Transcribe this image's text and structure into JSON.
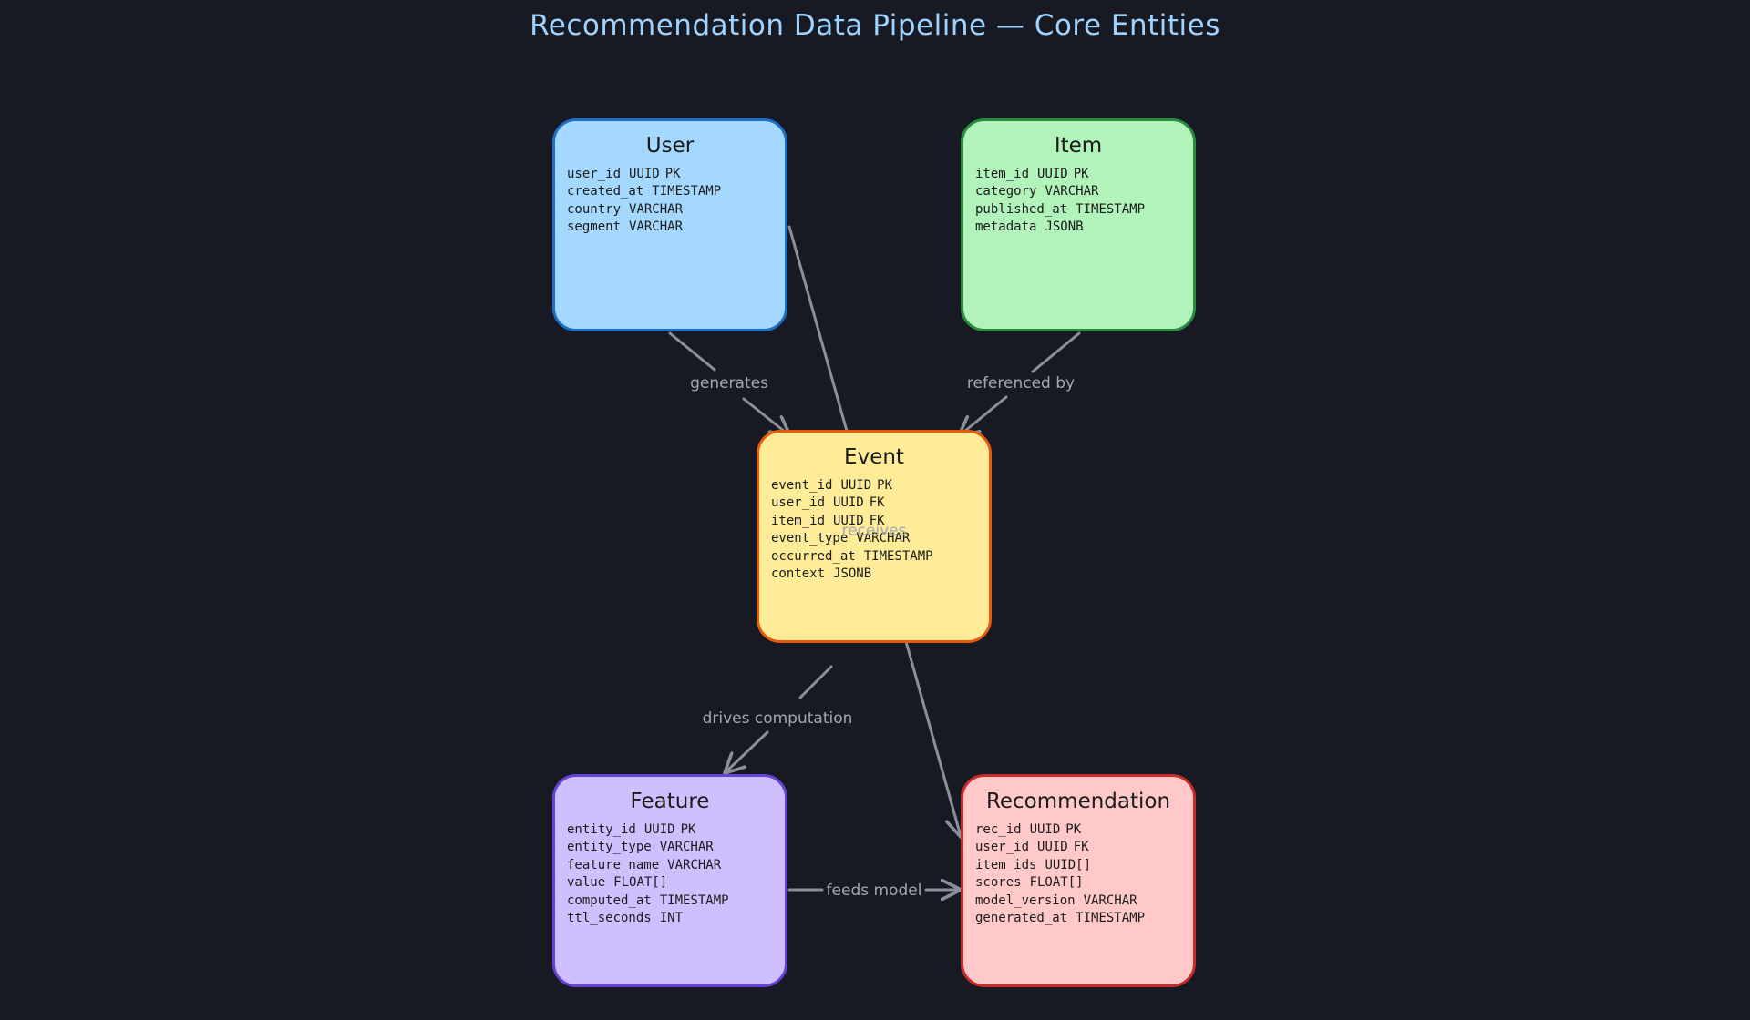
{
  "title": "Recommendation Data Pipeline — Core Entities",
  "entities": [
    {
      "id": "user",
      "name": "User",
      "fill": "#a5d8ff",
      "stroke": "#1c6fc4",
      "fields": [
        {
          "name": "user_id",
          "type": "UUID",
          "key": "PK"
        },
        {
          "name": "created_at",
          "type": "TIMESTAMP",
          "key": ""
        },
        {
          "name": "country",
          "type": "VARCHAR",
          "key": ""
        },
        {
          "name": "segment",
          "type": "VARCHAR",
          "key": ""
        }
      ]
    },
    {
      "id": "item",
      "name": "Item",
      "fill": "#b2f2bb",
      "stroke": "#2b8a3e",
      "fields": [
        {
          "name": "item_id",
          "type": "UUID",
          "key": "PK"
        },
        {
          "name": "category",
          "type": "VARCHAR",
          "key": ""
        },
        {
          "name": "published_at",
          "type": "TIMESTAMP",
          "key": ""
        },
        {
          "name": "metadata",
          "type": "JSONB",
          "key": ""
        }
      ]
    },
    {
      "id": "event",
      "name": "Event",
      "fill": "#ffec99",
      "stroke": "#e8590c",
      "fields": [
        {
          "name": "event_id",
          "type": "UUID",
          "key": "PK"
        },
        {
          "name": "user_id",
          "type": "UUID",
          "key": "FK"
        },
        {
          "name": "item_id",
          "type": "UUID",
          "key": "FK"
        },
        {
          "name": "event_type",
          "type": "VARCHAR",
          "key": ""
        },
        {
          "name": "occurred_at",
          "type": "TIMESTAMP",
          "key": ""
        },
        {
          "name": "context",
          "type": "JSONB",
          "key": ""
        }
      ]
    },
    {
      "id": "feature",
      "name": "Feature",
      "fill": "#d0bfff",
      "stroke": "#6741d9",
      "fields": [
        {
          "name": "entity_id",
          "type": "UUID",
          "key": "PK"
        },
        {
          "name": "entity_type",
          "type": "VARCHAR",
          "key": ""
        },
        {
          "name": "feature_name",
          "type": "VARCHAR",
          "key": ""
        },
        {
          "name": "value",
          "type": "FLOAT[]",
          "key": ""
        },
        {
          "name": "computed_at",
          "type": "TIMESTAMP",
          "key": ""
        },
        {
          "name": "ttl_seconds",
          "type": "INT",
          "key": ""
        }
      ]
    },
    {
      "id": "recommendation",
      "name": "Recommendation",
      "fill": "#ffc9c9",
      "stroke": "#c92a2a",
      "fields": [
        {
          "name": "rec_id",
          "type": "UUID",
          "key": "PK"
        },
        {
          "name": "user_id",
          "type": "UUID",
          "key": "FK"
        },
        {
          "name": "item_ids",
          "type": "UUID[]",
          "key": ""
        },
        {
          "name": "scores",
          "type": "FLOAT[]",
          "key": ""
        },
        {
          "name": "model_version",
          "type": "VARCHAR",
          "key": ""
        },
        {
          "name": "generated_at",
          "type": "TIMESTAMP",
          "key": ""
        }
      ]
    }
  ],
  "relationships": [
    {
      "from": "user",
      "to": "event",
      "label": "generates"
    },
    {
      "from": "item",
      "to": "event",
      "label": "referenced by"
    },
    {
      "from": "event",
      "to": "feature",
      "label": "drives computation"
    },
    {
      "from": "feature",
      "to": "recommendation",
      "label": "feeds model"
    },
    {
      "from": "user",
      "to": "recommendation",
      "label": "receives"
    }
  ],
  "edge_color": "#8c8f99"
}
